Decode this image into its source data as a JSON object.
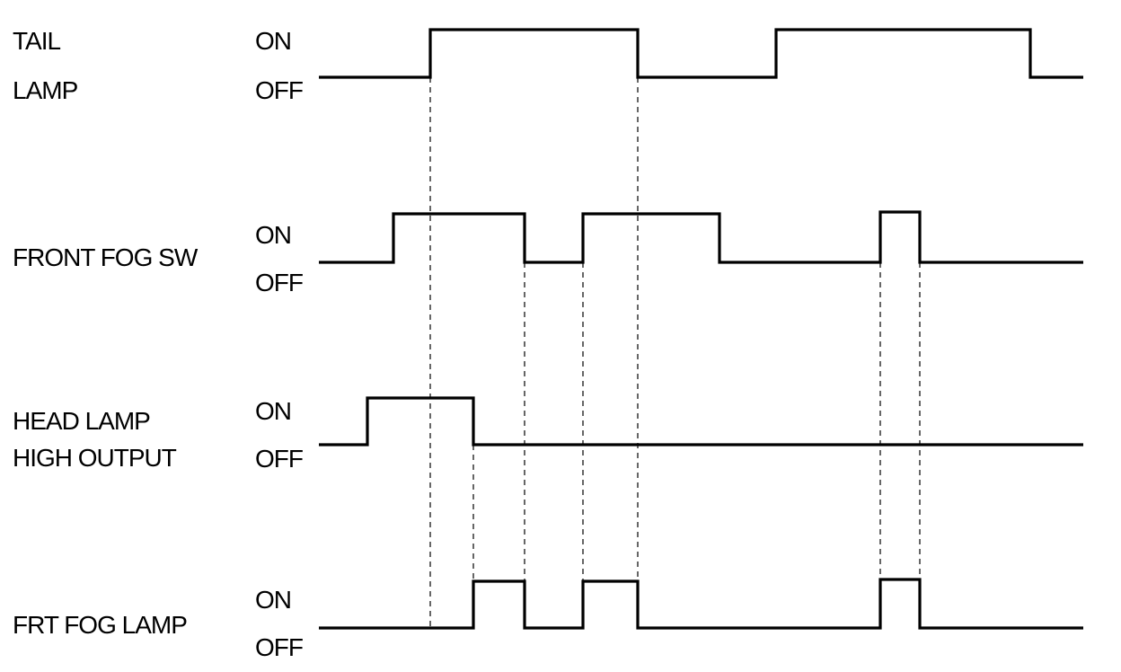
{
  "state_labels": {
    "on": "ON",
    "off": "OFF"
  },
  "signals": [
    {
      "id": "tail-lamp",
      "label_lines": [
        "TAIL",
        "LAMP"
      ],
      "levels": [
        0,
        1,
        0,
        1,
        0
      ]
    },
    {
      "id": "front-fog-sw",
      "label_lines": [
        "FRONT FOG SW"
      ],
      "levels": [
        0,
        1,
        0,
        1,
        0,
        1,
        0
      ]
    },
    {
      "id": "head-lamp-high-output",
      "label_lines": [
        "HEAD LAMP",
        "HIGH OUTPUT"
      ],
      "levels": [
        0,
        1,
        0
      ]
    },
    {
      "id": "frt-fog-lamp",
      "label_lines": [
        "FRT FOG LAMP"
      ],
      "levels": [
        0,
        1,
        0,
        1,
        0,
        1,
        0
      ]
    }
  ],
  "colors": {
    "line": "#000000",
    "background": "#ffffff"
  }
}
